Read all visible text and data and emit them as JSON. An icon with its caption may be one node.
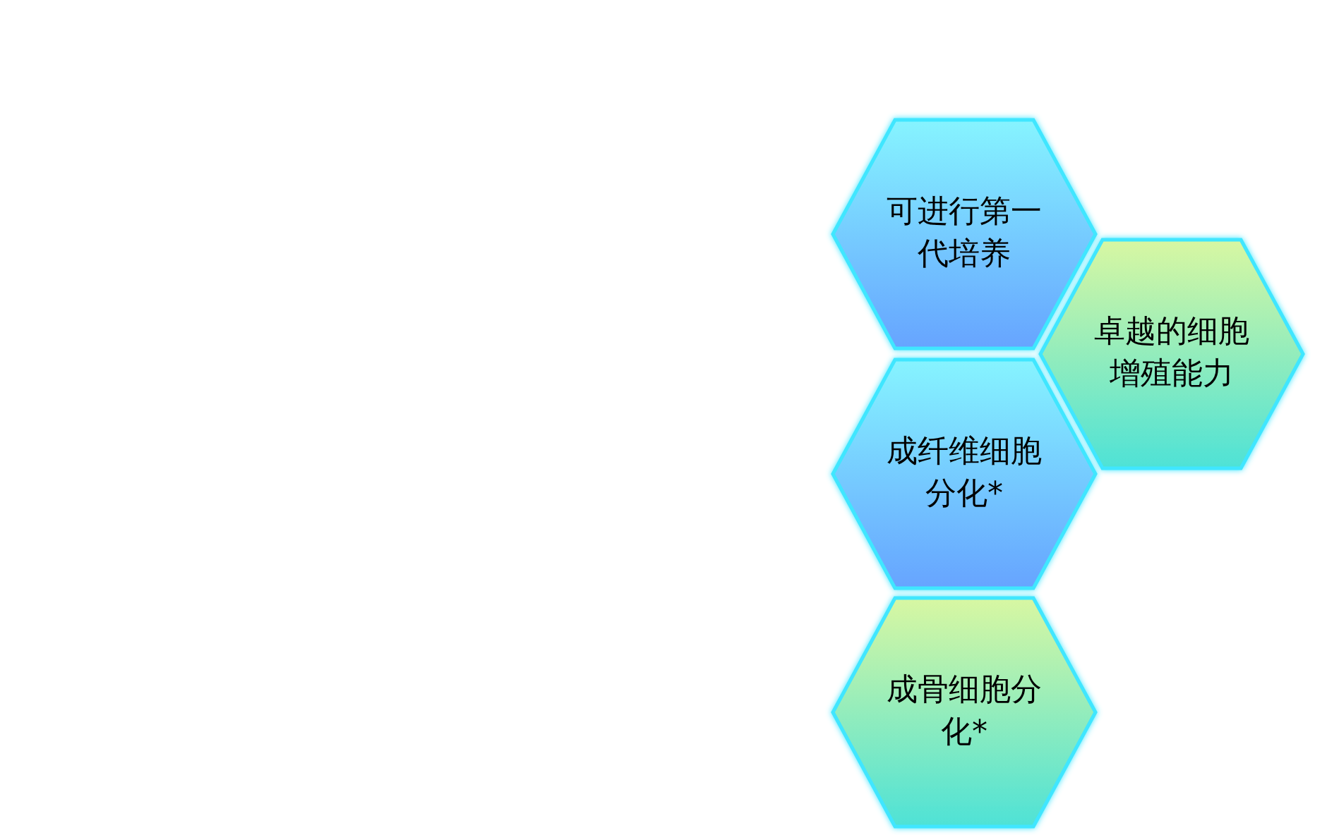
{
  "diagram": {
    "nodes": [
      {
        "text": [
          "可进行第一代培养"
        ]
      },
      {
        "text": [
          "卓越的细胞增殖能力"
        ]
      },
      {
        "text": [
          "成纤维细胞分化*"
        ]
      },
      {
        "text": [
          "成骨细胞分化*"
        ]
      }
    ]
  }
}
